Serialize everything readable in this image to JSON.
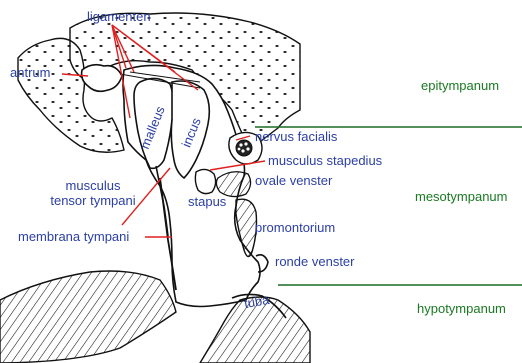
{
  "labels": {
    "ligamenten": "ligamenten",
    "antrum": "antrum",
    "malleus": "malleus",
    "incus": "incus",
    "nervus_facialis": "nervus facialis",
    "musculus_stapedius": "musculus stapedius",
    "ovale_venster": "ovale venster",
    "musculus_tensor_line1": "musculus",
    "musculus_tensor_line2": "tensor tympani",
    "stapus": "stapus",
    "membrana_tympani": "membrana tympani",
    "promontorium": "promontorium",
    "ronde_venster": "ronde venster",
    "tuba": "tuba"
  },
  "regions": {
    "epitympanum": "epitympanum",
    "mesotympanum": "mesotympanum",
    "hypotympanum": "hypotympanum"
  },
  "colors": {
    "label_blue": "#2b3fa6",
    "region_green": "#1a7a22",
    "pointer_red": "#e02020",
    "divider_green": "#1a6a22",
    "ink": "#111111"
  }
}
